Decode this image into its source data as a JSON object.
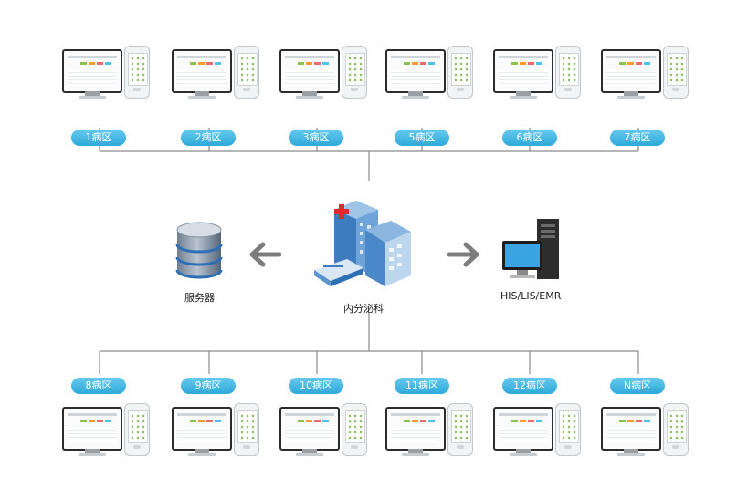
{
  "top_wards": [
    {
      "label": "1病区"
    },
    {
      "label": "2病区"
    },
    {
      "label": "3病区"
    },
    {
      "label": "5病区"
    },
    {
      "label": "6病区"
    },
    {
      "label": "7病区"
    }
  ],
  "center": {
    "label": "内分泌科",
    "icon": "hospital-icon"
  },
  "left": {
    "label": "服务器",
    "icon": "database-server-icon"
  },
  "right": {
    "label": "HIS/LIS/EMR",
    "icon": "computer-workstation-icon"
  },
  "bottom_wards": [
    {
      "label": "8病区"
    },
    {
      "label": "9病区"
    },
    {
      "label": "10病区"
    },
    {
      "label": "11病区"
    },
    {
      "label": "12病区"
    },
    {
      "label": "N病区"
    }
  ],
  "colors": {
    "pill": "#2da9d9",
    "line": "#8a8a8a",
    "arrow": "#7c7c7c",
    "hospital": "#4b86c4"
  }
}
